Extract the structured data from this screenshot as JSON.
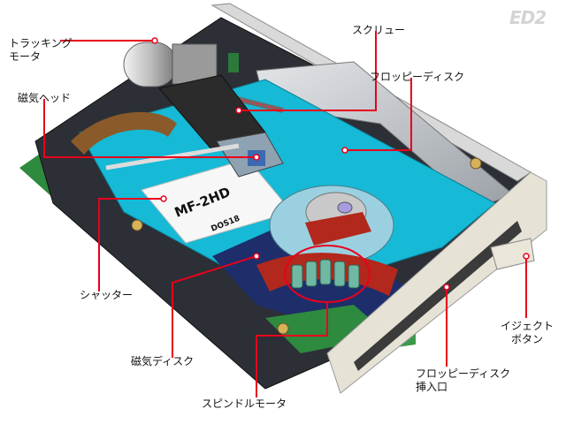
{
  "logo": "ED2",
  "labels": {
    "tracking_motor": [
      "トラッキング",
      "モータ"
    ],
    "screw": "スクリュー",
    "floppy_disk": "フロッピーディスク",
    "magnetic_head": "磁気ヘッド",
    "shutter": "シャッター",
    "eject_button": [
      "イジェクト",
      "ボタン"
    ],
    "magnetic_disk": "磁気ディスク",
    "insertion_slot": [
      "フロッピーディスク",
      "挿入口"
    ],
    "spindle_motor": "スピンドルモータ"
  },
  "disk_text": {
    "model": "MF-2HD",
    "format": "DOS18"
  },
  "colors": {
    "leader_line": "#e8001c",
    "disk_body": "#16b9d6",
    "disk_window": "#1d2e6b",
    "frame": "#2c2f36",
    "pcb": "#2e8a3e",
    "bezel": "#e6e2d6",
    "shutter_metal": "#c2c5c9"
  }
}
